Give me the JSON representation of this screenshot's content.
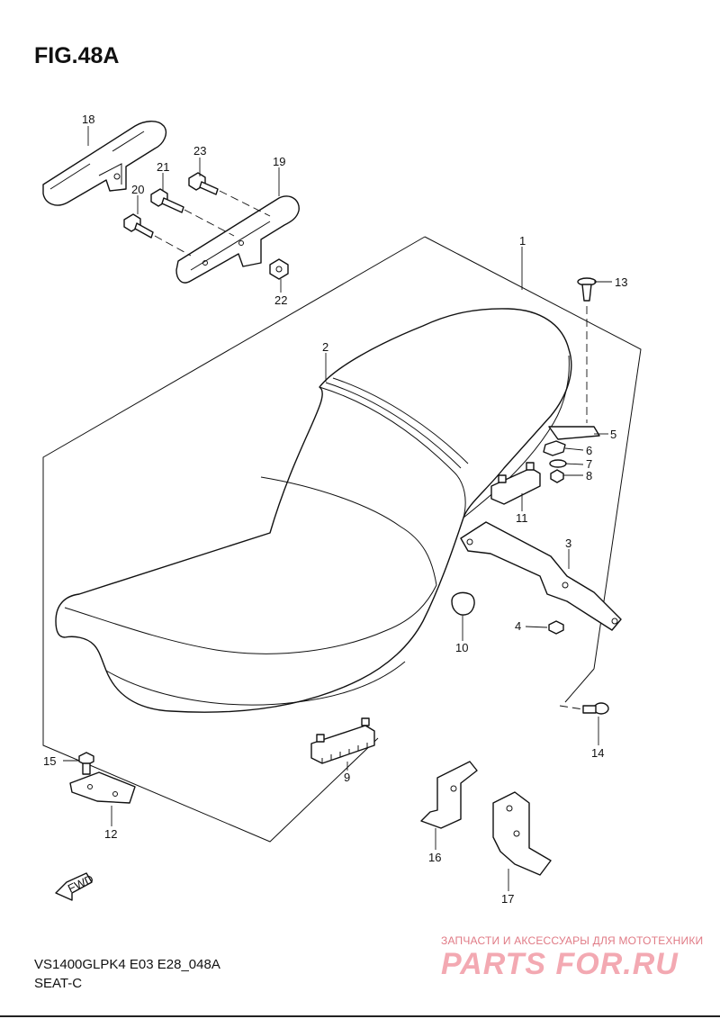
{
  "figure": {
    "title": "FIG.48A"
  },
  "footer": {
    "model": "VS1400GLPK4 E03 E28_048A",
    "section": "SEAT-C"
  },
  "watermark": {
    "text": "ЗАПЧАСТИ И АКСЕССУАРЫ ДЛЯ МОТОТЕХНИКИ",
    "logo": "PARTS FOR.RU"
  },
  "fwd_label": "FWD",
  "callouts": {
    "p1": "1",
    "p2": "2",
    "p3": "3",
    "p4": "4",
    "p5": "5",
    "p6": "6",
    "p7": "7",
    "p8": "8",
    "p9": "9",
    "p10": "10",
    "p11": "11",
    "p12": "12",
    "p13": "13",
    "p14": "14",
    "p15": "15",
    "p16": "16",
    "p17": "17",
    "p18": "18",
    "p19": "19",
    "p20": "20",
    "p21": "21",
    "p22": "22",
    "p23": "23"
  }
}
